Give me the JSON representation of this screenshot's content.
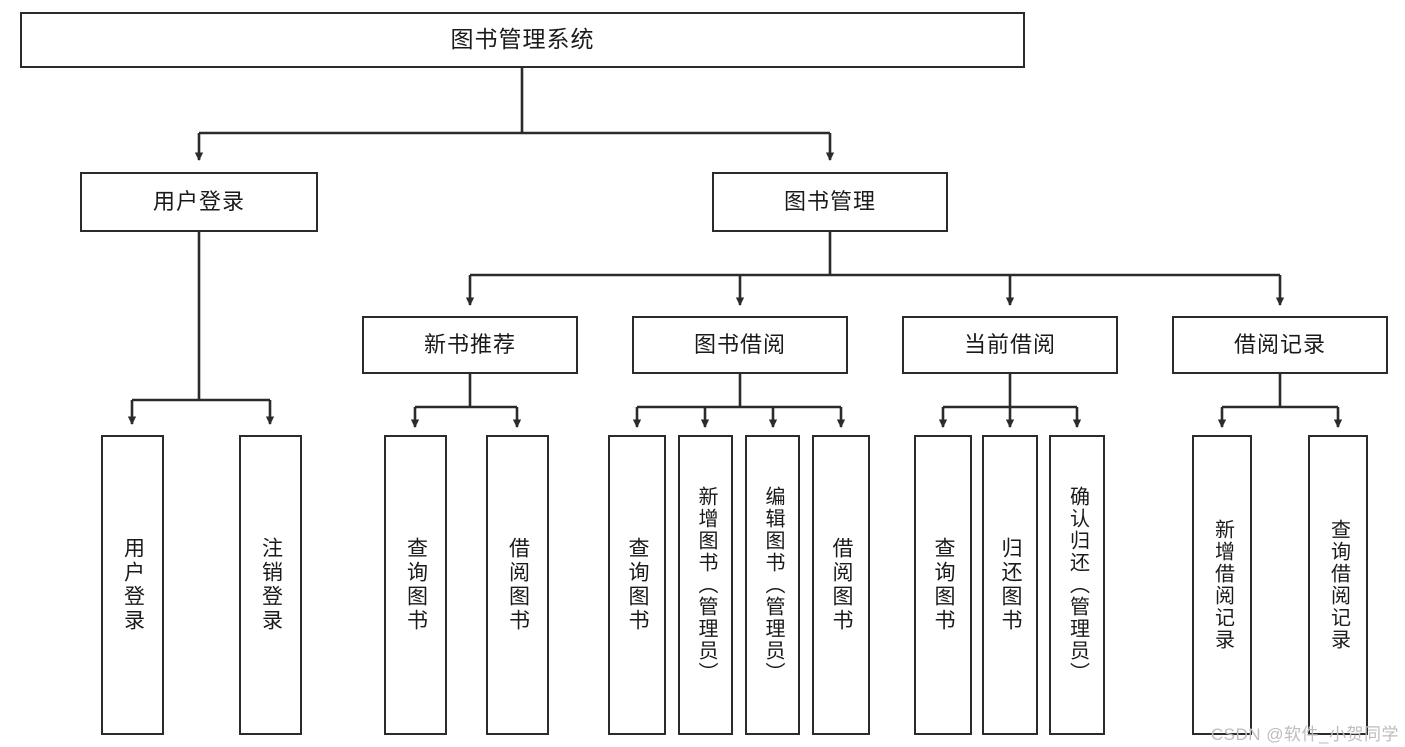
{
  "diagram": {
    "type": "tree-hierarchy-chart",
    "title": "图书管理系统",
    "stroke_color": "#2b2b2b",
    "background_color": "#ffffff",
    "nodes": {
      "root": {
        "label": "图书管理系统"
      },
      "level2": [
        {
          "label": "用户登录"
        },
        {
          "label": "图书管理"
        }
      ],
      "level3": [
        {
          "label": "新书推荐"
        },
        {
          "label": "图书借阅"
        },
        {
          "label": "当前借阅"
        },
        {
          "label": "借阅记录"
        }
      ],
      "leaves": {
        "user_login": [
          {
            "label": "用户登录"
          },
          {
            "label": "注销登录"
          }
        ],
        "new_book_recommend": [
          {
            "label": "查询图书"
          },
          {
            "label": "借阅图书"
          }
        ],
        "book_borrow": [
          {
            "label": "查询图书"
          },
          {
            "label": "新增图书（管理员）"
          },
          {
            "label": "编辑图书（管理员）"
          },
          {
            "label": "借阅图书"
          }
        ],
        "current_borrow": [
          {
            "label": "查询图书"
          },
          {
            "label": "归还图书"
          },
          {
            "label": "确认归还（管理员）"
          }
        ],
        "borrow_record": [
          {
            "label": "新增借阅记录"
          },
          {
            "label": "查询借阅记录"
          }
        ]
      }
    }
  },
  "watermark": {
    "text": "CSDN @软件_小贺同学",
    "color": "#bdbdbd"
  }
}
